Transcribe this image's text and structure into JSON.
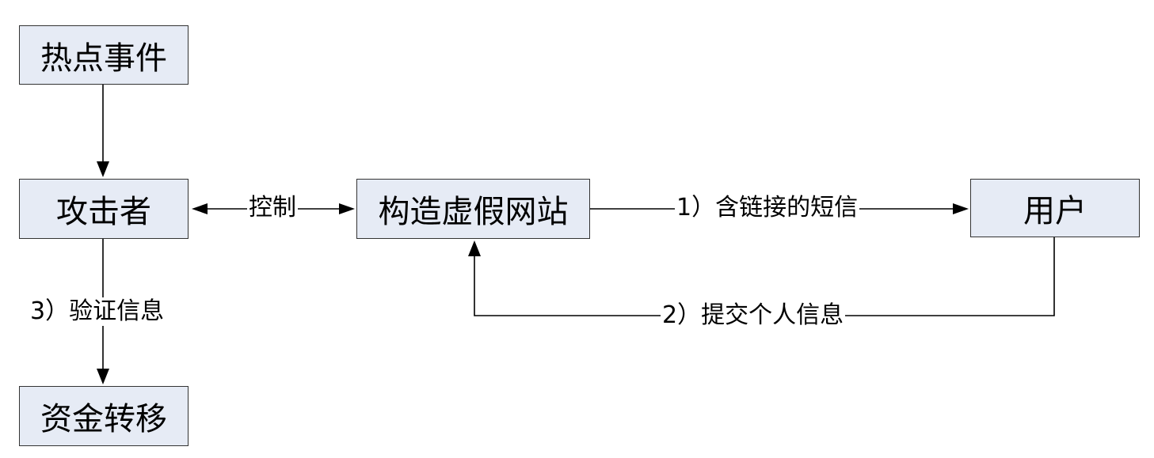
{
  "nodes": {
    "hot_event": "热点事件",
    "attacker": "攻击者",
    "fake_site": "构造虚假网站",
    "user": "用户",
    "fund_transfer": "资金转移"
  },
  "edges": {
    "control": "控制",
    "sms_with_link": "1）含链接的短信",
    "submit_info": "2）提交个人信息",
    "verify_info": "3）验证信息"
  },
  "colors": {
    "node_fill": "#e6ebf5",
    "node_border": "#333333",
    "line": "#000000"
  }
}
